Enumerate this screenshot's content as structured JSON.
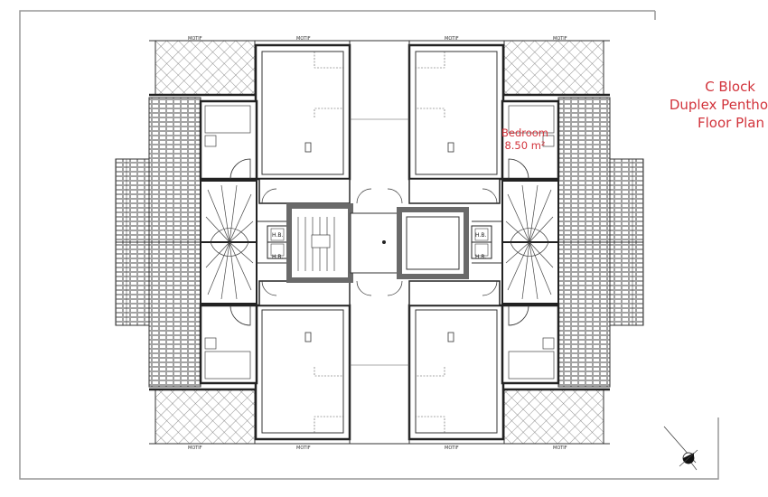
{
  "title": {
    "line1": "C Block",
    "line2": "Duplex Pentho",
    "line3": "Floor Plan"
  },
  "highlight_room": {
    "name": "Bedroom",
    "area": "8.50 m²"
  },
  "plan_labels": {
    "shaft": "H.B.",
    "motif": "MOTIF"
  },
  "colors": {
    "title": "#d2343c",
    "walls": "#222222",
    "core_walls": "#6a6a6a"
  }
}
